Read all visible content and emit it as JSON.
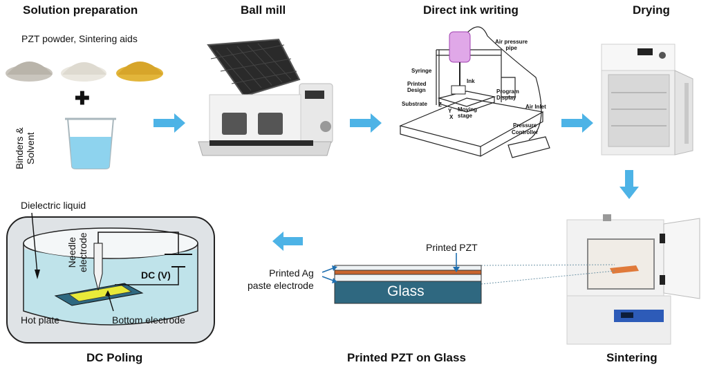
{
  "titles": {
    "solution": "Solution preparation",
    "ballmill": "Ball mill",
    "diw": "Direct ink writing",
    "drying": "Drying",
    "sintering": "Sintering",
    "printed": "Printed PZT on Glass",
    "poling": "DC Poling"
  },
  "solution": {
    "powders_label": "PZT powder, Sintering aids",
    "plus": "✚",
    "binders_label_1": "Binders &",
    "binders_label_2": "Solvent"
  },
  "diw": {
    "air_pressure_pipe_1": "Air pressure",
    "air_pressure_pipe_2": "pipe",
    "syringe": "Syringe",
    "printed_design_1": "Printed",
    "printed_design_2": "Design",
    "ink": "Ink",
    "program_display_1": "Program",
    "program_display_2": "Display",
    "substrate": "Substrate",
    "air_inlet": "Air Inlet",
    "moving_stage_1": "Moving",
    "moving_stage_2": "stage",
    "axis_z": "Z",
    "axis_y": "Y",
    "axis_x": "X",
    "pressure_controller_1": "Pressure",
    "pressure_controller_2": "Controller"
  },
  "printed": {
    "printed_pzt": "Printed PZT",
    "printed_ag_1": "Printed Ag",
    "printed_ag_2": "paste electrode",
    "glass": "Glass"
  },
  "poling": {
    "dielectric_liquid": "Dielectric liquid",
    "needle_1": "Needle",
    "needle_2": "electrode",
    "dc": "DC (V)",
    "hot_plate": "Hot plate",
    "bottom_electrode": "Bottom electrode"
  },
  "colors": {
    "arrow": "#4db3e6",
    "pzt": "#c8642e",
    "glass": "#2f6880",
    "liquid": "#bfe3ea",
    "electrode_pad": "#e8ea3a"
  }
}
